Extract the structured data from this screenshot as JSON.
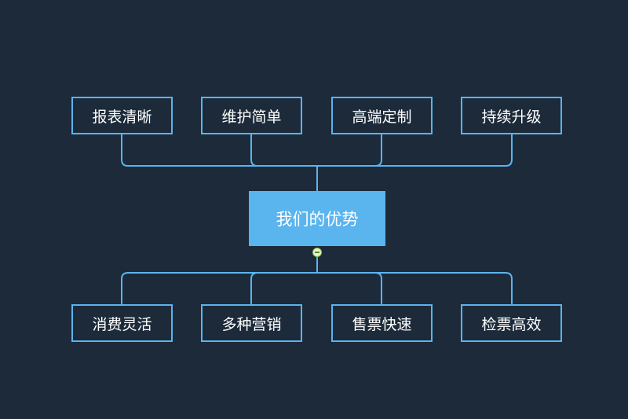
{
  "center": {
    "label": "我们的优势"
  },
  "top_nodes": [
    {
      "label": "报表清晰"
    },
    {
      "label": "维护简单"
    },
    {
      "label": "高端定制"
    },
    {
      "label": "持续升级"
    }
  ],
  "bottom_nodes": [
    {
      "label": "消费灵活"
    },
    {
      "label": "多种营销"
    },
    {
      "label": "售票快速"
    },
    {
      "label": "检票高效"
    }
  ],
  "colors": {
    "background": "#1c2a3a",
    "accent": "#5ab4ee",
    "text": "#ffffff"
  },
  "icons": {
    "collapse_toggle": "minus-circle-icon"
  }
}
